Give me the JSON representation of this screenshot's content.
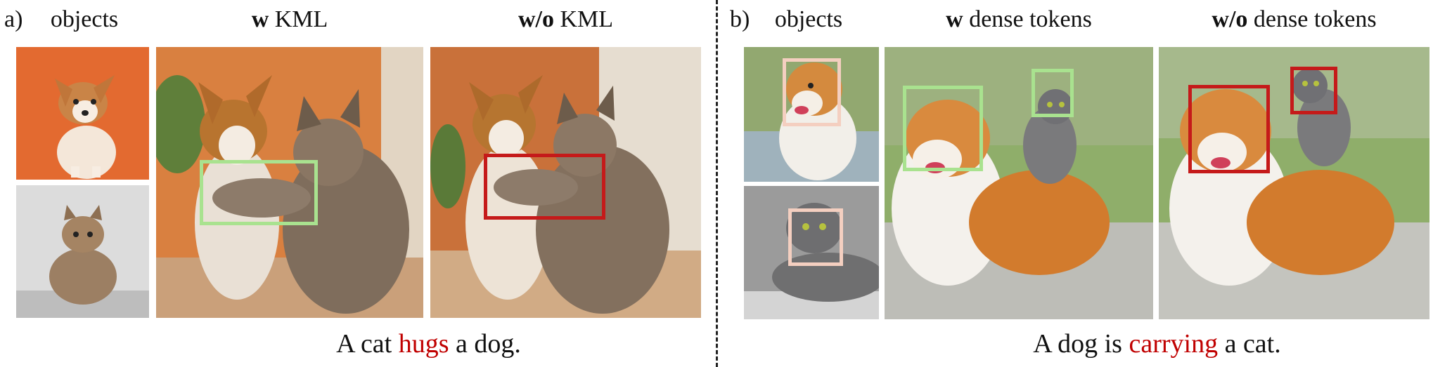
{
  "panel_a": {
    "tag": "a)",
    "objects_label": "objects",
    "col_with_bold": "w",
    "col_with_rest": " KML",
    "col_without_bold": "w/o",
    "col_without_rest": " KML",
    "caption_pre": "A cat ",
    "caption_verb": "hugs",
    "caption_post": " a dog.",
    "box_with_color": "#a9e28f",
    "box_without_color": "#c51a1a"
  },
  "panel_b": {
    "tag": "b)",
    "objects_label": "objects",
    "col_with_bold": "w",
    "col_with_rest": " dense tokens",
    "col_without_bold": "w/o",
    "col_without_rest": " dense tokens",
    "caption_pre": "A dog is ",
    "caption_verb": "carrying",
    "caption_post": " a cat.",
    "box_obj_color": "#f4cfc0",
    "box_with_color": "#a9e28f",
    "box_without_color": "#c51a1a"
  }
}
